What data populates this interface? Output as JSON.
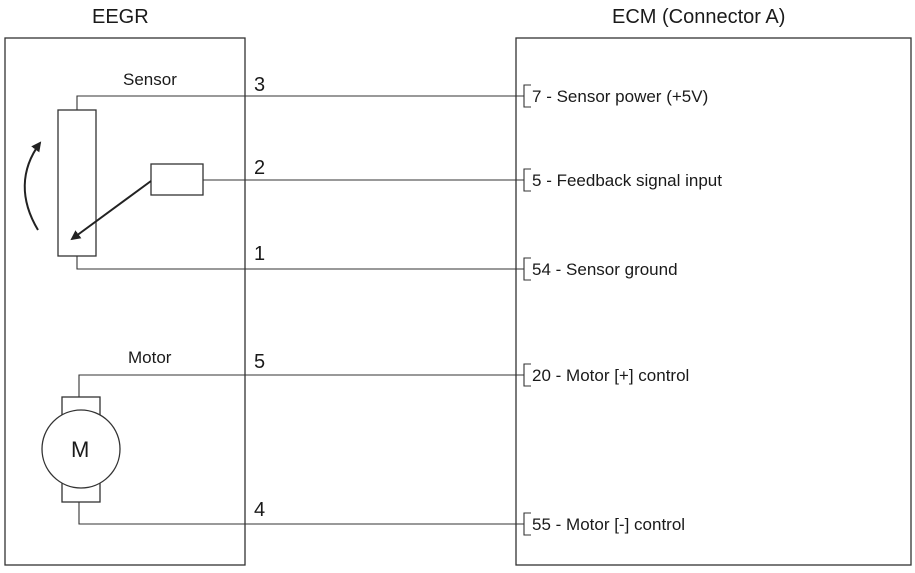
{
  "eegr": {
    "title": "EEGR",
    "sensor_label": "Sensor",
    "motor_label": "Motor",
    "motor_symbol": "M"
  },
  "ecm": {
    "title": "ECM (Connector A)"
  },
  "wires": [
    {
      "pin": "3",
      "terminal": "7",
      "description": " - Sensor power (+5V)"
    },
    {
      "pin": "2",
      "terminal": "5",
      "description": " - Feedback signal input"
    },
    {
      "pin": "1",
      "terminal": "54",
      "description": " - Sensor ground"
    },
    {
      "pin": "5",
      "terminal": "20",
      "description": " - Motor [+] control"
    },
    {
      "pin": "4",
      "terminal": "55",
      "description": " - Motor [-] control"
    }
  ],
  "colors": {
    "line": "#333333",
    "text": "#1a1a1a",
    "background": "#ffffff"
  }
}
